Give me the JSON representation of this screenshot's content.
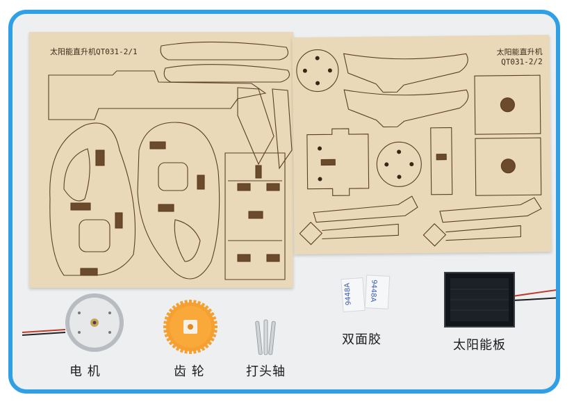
{
  "boards": {
    "left_title": "太阳能直升机QT031-2/1",
    "right_title_line1": "太阳能直升机",
    "right_title_line2": "QT031-2/2"
  },
  "parts": {
    "motor_label": "电 机",
    "gear_label": "齿 轮",
    "pins_label": "打头轴",
    "tape_label": "双面胶",
    "tape_print": "9448A",
    "panel_label": "太阳能板"
  },
  "colors": {
    "frame_border": "#2f9fe6",
    "background": "#eeeff1",
    "plywood": "#ead9b9",
    "gear": "#f5a030"
  }
}
